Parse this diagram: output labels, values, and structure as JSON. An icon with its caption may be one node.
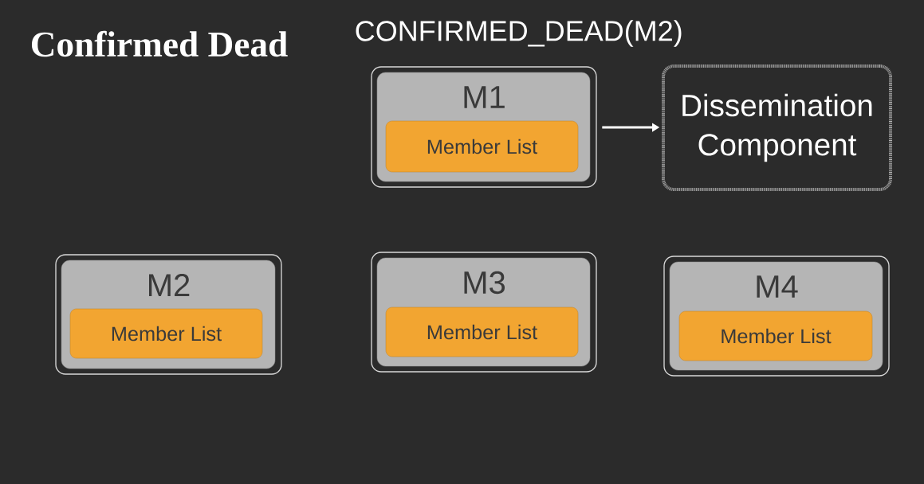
{
  "diagram": {
    "title": "Confirmed Dead",
    "nodes": [
      {
        "text": [
          "M1"
        ]
      },
      {
        "text": [
          "Member List"
        ],
        "in": 0
      },
      {
        "text": [
          "Dissemination Component"
        ]
      },
      {
        "text": [
          "M2"
        ]
      },
      {
        "text": [
          "Member List"
        ],
        "in": 3
      },
      {
        "text": [
          "M3"
        ]
      },
      {
        "text": [
          "Member List"
        ],
        "in": 5
      },
      {
        "text": [
          "M4"
        ]
      },
      {
        "text": [
          "Member List"
        ],
        "in": 7
      }
    ],
    "edges": [
      {
        "from": 0,
        "to": 2,
        "arrow": "to"
      }
    ],
    "labels": [
      "CONFIRMED_DEAD(M2)"
    ]
  }
}
